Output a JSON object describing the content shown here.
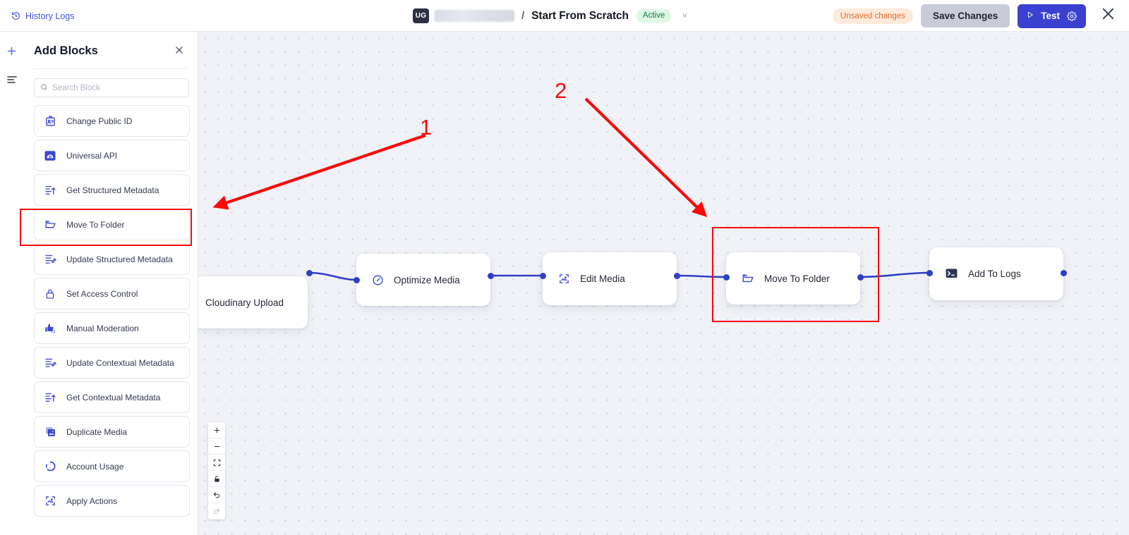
{
  "topbar": {
    "history_logs": "History Logs",
    "history_icon": "history-clock-icon",
    "org_badge": "UG",
    "org_name_redacted": "",
    "separator": "/",
    "workflow_title": "Start From Scratch",
    "status_badge": "Active",
    "chevron": "˅",
    "unsaved_changes": "Unsaved changes",
    "save_label": "Save Changes",
    "test_label": "Test",
    "play_icon": "play-triangle-icon",
    "gear_icon": "gear-icon",
    "close_icon": "close-x-icon",
    "accent_blue": "#3a41d1",
    "badge_green_bg": "#ddf7e3",
    "badge_green_fg": "#18794e",
    "unsaved_bg": "#ffeadb",
    "unsaved_fg": "#e06b2b"
  },
  "rail": {
    "add_icon": "plus-icon",
    "list_icon": "list-lines-icon"
  },
  "panel": {
    "title": "Add Blocks",
    "close_icon": "close-x-icon",
    "search": {
      "placeholder": "Search Block",
      "value": "",
      "icon": "search-icon"
    },
    "blocks": [
      {
        "label": "Change Public ID",
        "icon": "id-card-icon"
      },
      {
        "label": "Universal API",
        "icon": "universal-api-icon"
      },
      {
        "label": "Get Structured Metadata",
        "icon": "metadata-get-icon"
      },
      {
        "label": "Move To Folder",
        "icon": "folder-icon",
        "highlighted": true
      },
      {
        "label": "Update Structured Metadata",
        "icon": "metadata-edit-icon"
      },
      {
        "label": "Set Access Control",
        "icon": "lock-icon"
      },
      {
        "label": "Manual Moderation",
        "icon": "thumbs-icon"
      },
      {
        "label": "Update Contextual Metadata",
        "icon": "metadata-edit-icon"
      },
      {
        "label": "Get Contextual Metadata",
        "icon": "metadata-get-icon"
      },
      {
        "label": "Duplicate Media",
        "icon": "duplicate-image-icon"
      },
      {
        "label": "Account Usage",
        "icon": "usage-circle-icon"
      },
      {
        "label": "Apply Actions",
        "icon": "apply-actions-icon"
      }
    ]
  },
  "canvas": {
    "nodes": [
      {
        "label": "Cloudinary Upload",
        "icon": "none"
      },
      {
        "label": "Optimize Media",
        "icon": "gauge-icon"
      },
      {
        "label": "Edit Media",
        "icon": "edit-image-icon"
      },
      {
        "label": "Move To Folder",
        "icon": "folder-icon",
        "highlighted": true
      },
      {
        "label": "Add To Logs",
        "icon": "terminal-icon"
      }
    ],
    "annotations": [
      {
        "number": "1",
        "target": "move-to-folder-sidebar-block"
      },
      {
        "number": "2",
        "target": "move-to-folder-canvas-node"
      }
    ],
    "annotation_color": "#fa0a0a",
    "wire_color": "#2f3fc4",
    "zoom_toolbar": [
      {
        "icon": "zoom-in-icon",
        "label": "+"
      },
      {
        "icon": "zoom-out-icon",
        "label": "−"
      },
      {
        "icon": "fit-view-icon",
        "label": ""
      },
      {
        "icon": "lock-icon",
        "label": ""
      },
      {
        "icon": "undo-icon",
        "label": ""
      },
      {
        "icon": "redo-icon",
        "label": ""
      }
    ]
  }
}
